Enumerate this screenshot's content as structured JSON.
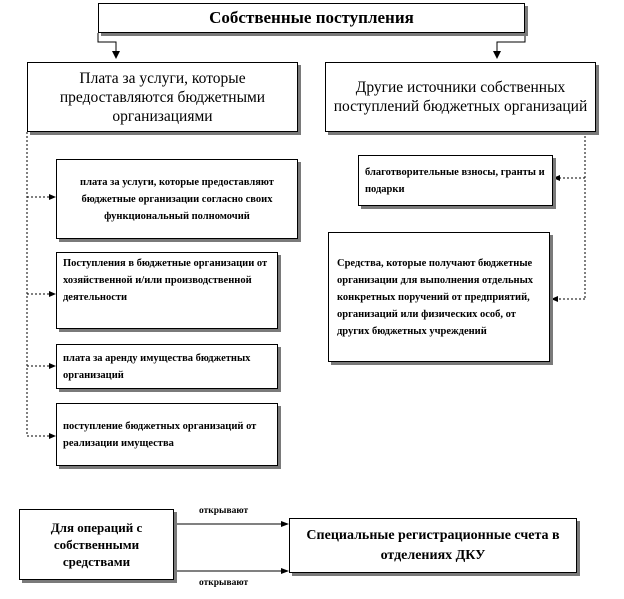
{
  "title": "Собственные поступления",
  "left_heading": "Плата за услуги, которые предоставляются бюджетными организациями",
  "right_heading": "Другие источники собственных поступлений бюджетных организаций",
  "left_items": [
    "плата за услуги, которые предоставляют бюджетные организации согласно своих функциональный полномочий",
    "Поступления в бюджетные организации от хозяйственной и/или производственной деятельности",
    "плата за аренду имущества бюджетных организаций",
    "поступление бюджетных организаций от реализации имущества"
  ],
  "right_items": [
    "благотворительные взносы, гранты и подарки",
    "Средства, которые получают бюджетные организации для выполнения отдельных конкретных поручений от предприятий, организаций или физических особ, от других бюджетных учреждений"
  ],
  "bottom_left": "Для операций с собственными средствами",
  "bottom_right": "Специальные регистрационные счета в отделениях ДКУ",
  "arrow_label_top": "открывают",
  "arrow_label_bottom": "открывают"
}
